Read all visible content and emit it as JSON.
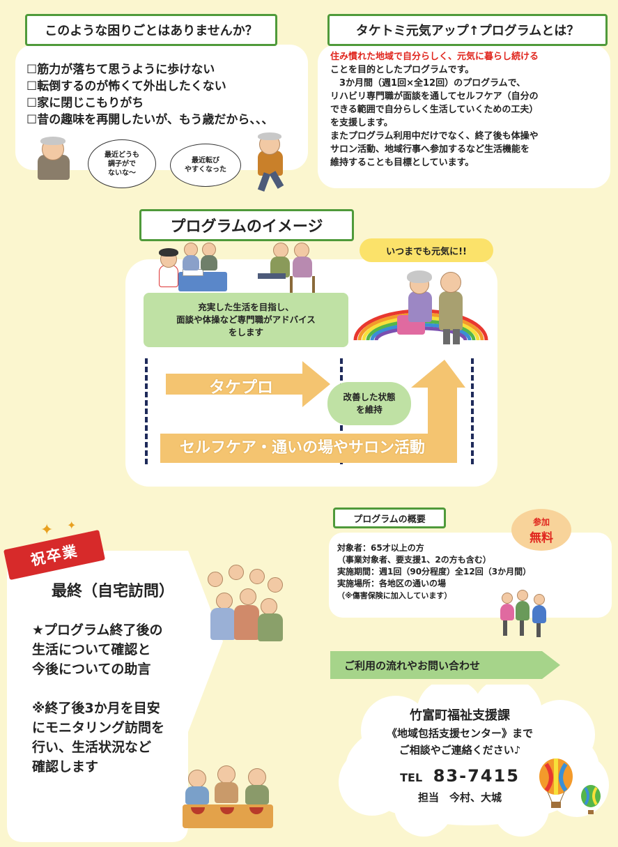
{
  "troubles": {
    "heading": "このような困りごとはありませんか？",
    "items": [
      "☐筋力が落ちて思うように歩けない",
      "☐転倒するのが怖くて外出したくない",
      "☐家に閉じこもりがち",
      "☐昔の趣味を再開したいが、もう歳だから、、、"
    ],
    "bubble_left": "最近どうも\n調子がで\nないな～",
    "bubble_right": "最近転び\nやすくなった"
  },
  "about": {
    "heading": "タケトミ元気アップ↑プログラムとは？",
    "highlight": "住み慣れた地域で自分らしく、元気に暮らし続ける",
    "lines": [
      "ことを目的としたプログラムです。",
      "　3か月間（週1回×全12回）のプログラムで、",
      "リハビリ専門職が面談を通してセルフケア（自分の",
      "できる範囲で自分らしく生活していくための工夫）",
      "を支援します。",
      "またプログラム利用中だけでなく、終了後も体操や",
      "サロン活動、地域行事へ参加するなど生活機能を",
      "維持することも目標としています。"
    ]
  },
  "image": {
    "heading": "プログラムのイメージ",
    "genki_label": "いつまでも元気に!!",
    "advice_box": "充実した生活を目指し、\n面談や体操など専門職がアドバイス\nをします",
    "takepro_label": "タケプロ",
    "maintain_box": "改善した状態\nを維持",
    "selfcare_label": "セルフケア・通いの場やサロン活動"
  },
  "overview": {
    "heading": "プログラムの概要",
    "badge_top": "参加",
    "badge_bottom": "無料",
    "lines": [
      "対象者：65才以上の方",
      "（事業対象者、要支援1、2の方も含む）",
      "実施期間：週1回（90分程度）全12回（3か月間）",
      "実施場所：各地区の通いの場",
      "（※傷害保険に加入しています）"
    ]
  },
  "final": {
    "ribbon": "祝卒業",
    "title": "最終（自宅訪問）",
    "lines": [
      "★プログラム終了後の",
      "生活について確認と",
      "今後についての助言",
      "",
      "※終了後3か月を目安",
      "にモニタリング訪問を",
      "行い、生活状況など",
      "確認します"
    ]
  },
  "contact": {
    "banner": "ご利用の流れやお問い合わせ",
    "dept": "竹富町福祉支援課",
    "center": "《地域包括支援センター》まで",
    "message": "ご相談やご連絡ください♪",
    "tel_label": "TEL",
    "tel": "83-7415",
    "staff": "担当　今村、大城"
  },
  "colors": {
    "green_border": "#4f9a3a",
    "arrow": "#f4c470",
    "red_text": "#e0261e",
    "cream_bg": "#fbf6cf"
  }
}
